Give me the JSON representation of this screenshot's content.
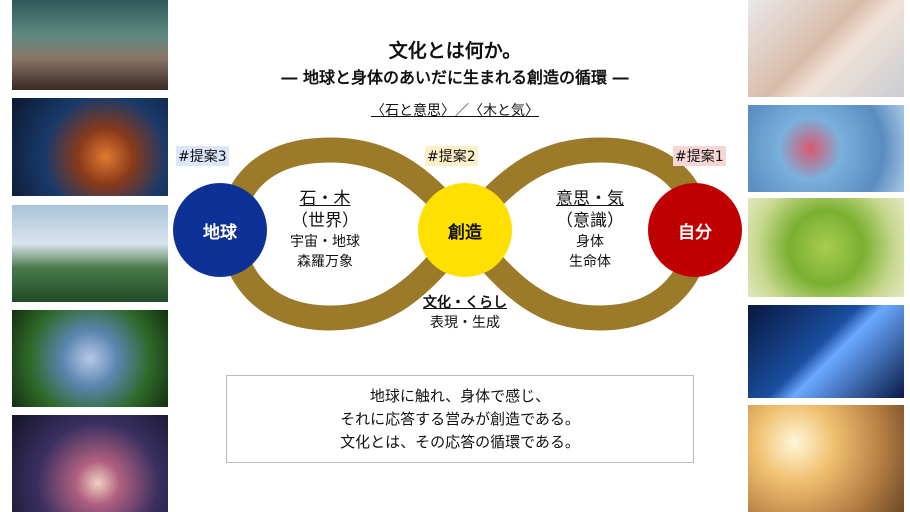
{
  "title": "文化とは何か。",
  "subtitle": "― 地球と身体のあいだに生まれる創造の循環 ―",
  "theme": "〈石と意思〉／〈木と気〉",
  "tags": {
    "t3": "#提案3",
    "t2": "#提案2",
    "t1": "#提案1"
  },
  "nodes": {
    "earth": "地球",
    "creation": "創造",
    "self": "自分"
  },
  "left_lobe": {
    "head": "石・木",
    "sub": "（世界）",
    "l1": "宇宙・地球",
    "l2": "森羅万象"
  },
  "right_lobe": {
    "head": "意思・気",
    "sub": "（意識）",
    "l1": "身体",
    "l2": "生命体"
  },
  "bottom": {
    "head": "文化・くらし",
    "sub": "表現・生成"
  },
  "message": [
    "地球に触れ、身体で感じ、",
    "それに応答する営みが創造である。",
    "文化とは、その応答の循環である。"
  ],
  "colors": {
    "loop": "#9b7a2a",
    "earth": "#0d3197",
    "creation": "#ffe000",
    "self": "#c00000",
    "tag3": "#dbe7f8",
    "tag2": "#fdf0c8",
    "tag1": "#f6d5d5"
  }
}
